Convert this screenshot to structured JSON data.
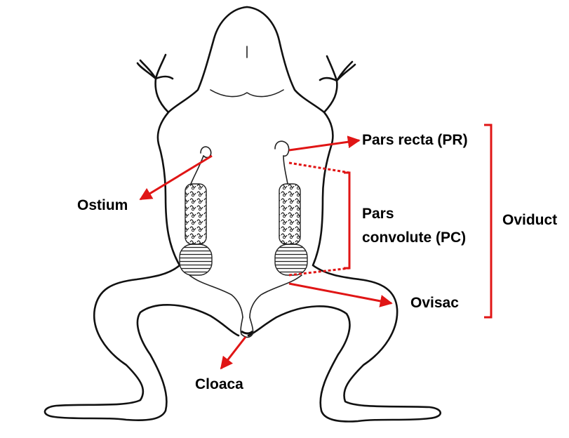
{
  "labels": {
    "pars_recta": "Pars recta (PR)",
    "ostium": "Ostium",
    "pars_convolute_line1": "Pars",
    "pars_convolute_line2": "convolute (PC)",
    "oviduct": "Oviduct",
    "ovisac": "Ovisac",
    "cloaca": "Cloaca"
  },
  "colors": {
    "annotation": "#e01515",
    "outline": "#111111",
    "background": "#ffffff"
  }
}
